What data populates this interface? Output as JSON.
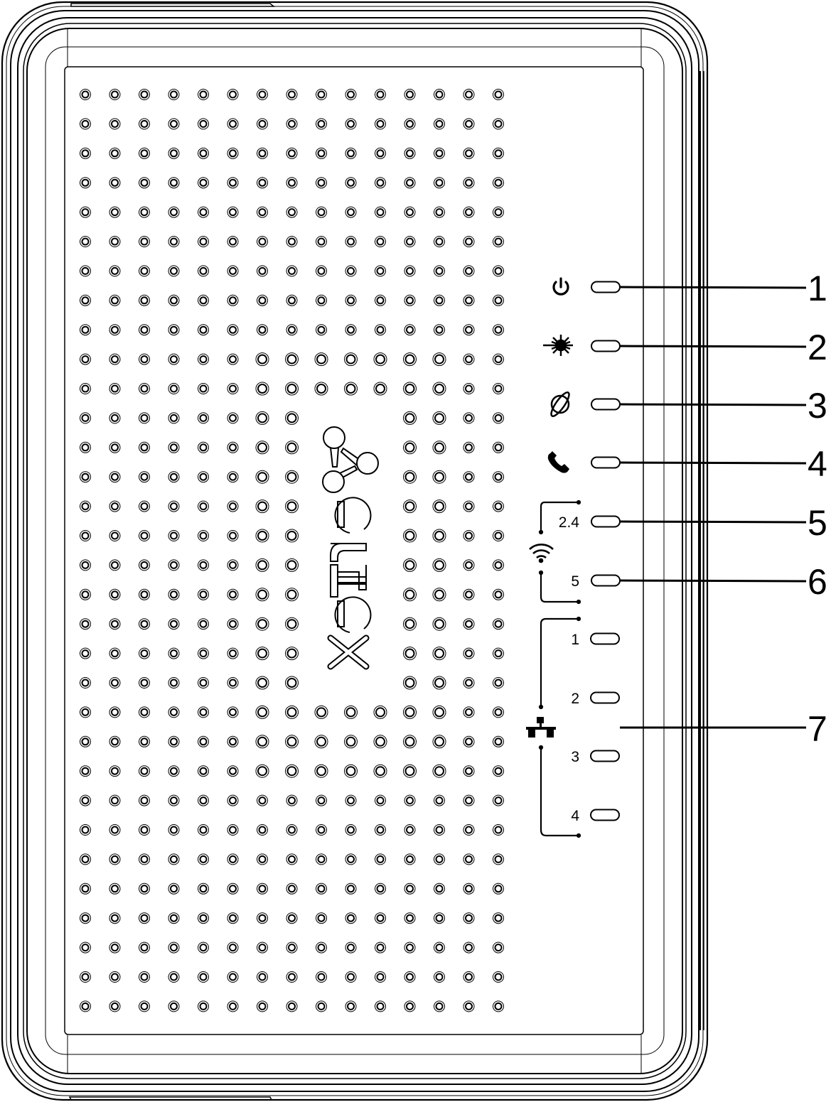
{
  "device": {
    "brand": "eltex",
    "front_panel": "router front view",
    "stroke_color": "#000000",
    "background_color": "#ffffff"
  },
  "indicators": [
    {
      "id": 1,
      "icon": "power-icon",
      "label": "",
      "callout": "1"
    },
    {
      "id": 2,
      "icon": "pon-icon",
      "label": "",
      "callout": "2"
    },
    {
      "id": 3,
      "icon": "internet-icon",
      "label": "",
      "callout": "3"
    },
    {
      "id": 4,
      "icon": "phone-icon",
      "label": "",
      "callout": "4"
    },
    {
      "id": 5,
      "icon": "wifi-icon",
      "label": "2.4",
      "callout": "5"
    },
    {
      "id": 6,
      "icon": "wifi-icon",
      "label": "5",
      "callout": "6"
    }
  ],
  "lan_group": {
    "icon": "lan-network-icon",
    "callout": "7",
    "ports": [
      "1",
      "2",
      "3",
      "4"
    ]
  },
  "wifi_group": {
    "icon": "wifi-icon",
    "bands": [
      "2.4",
      "5"
    ]
  }
}
